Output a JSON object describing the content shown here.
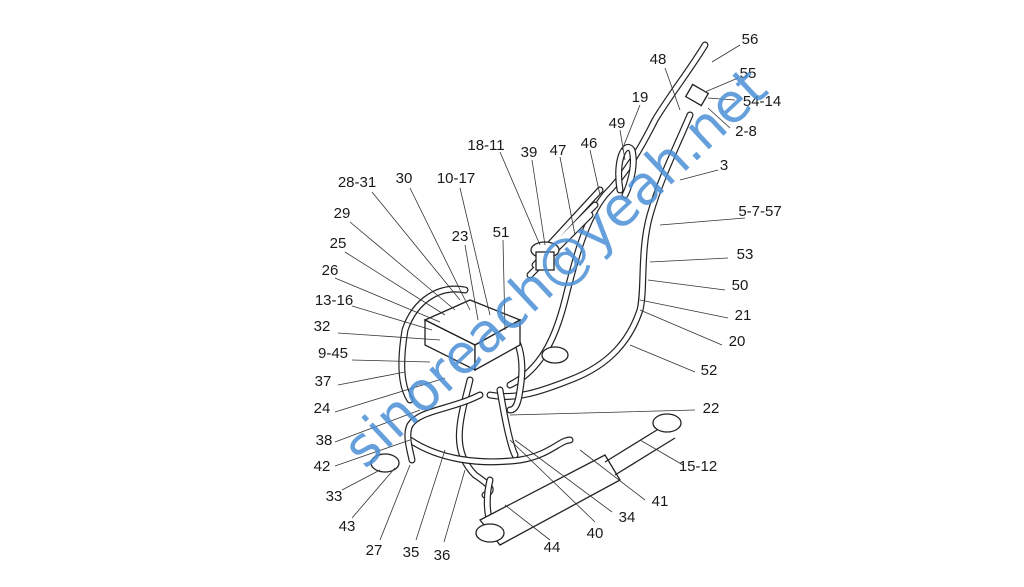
{
  "diagram": {
    "title": "",
    "watermark": "sinoreach@yeah.net",
    "labels": [
      "56",
      "48",
      "55",
      "54-14",
      "2-8",
      "19",
      "49",
      "3",
      "18-11",
      "39",
      "47",
      "46",
      "28-31",
      "30",
      "10-17",
      "5-7-57",
      "29",
      "23",
      "51",
      "53",
      "25",
      "50",
      "26",
      "21",
      "13-16",
      "20",
      "32",
      "9-45",
      "52",
      "37",
      "24",
      "22",
      "38",
      "42",
      "15-12",
      "33",
      "41",
      "43",
      "34",
      "27",
      "35",
      "36",
      "44",
      "40"
    ]
  }
}
